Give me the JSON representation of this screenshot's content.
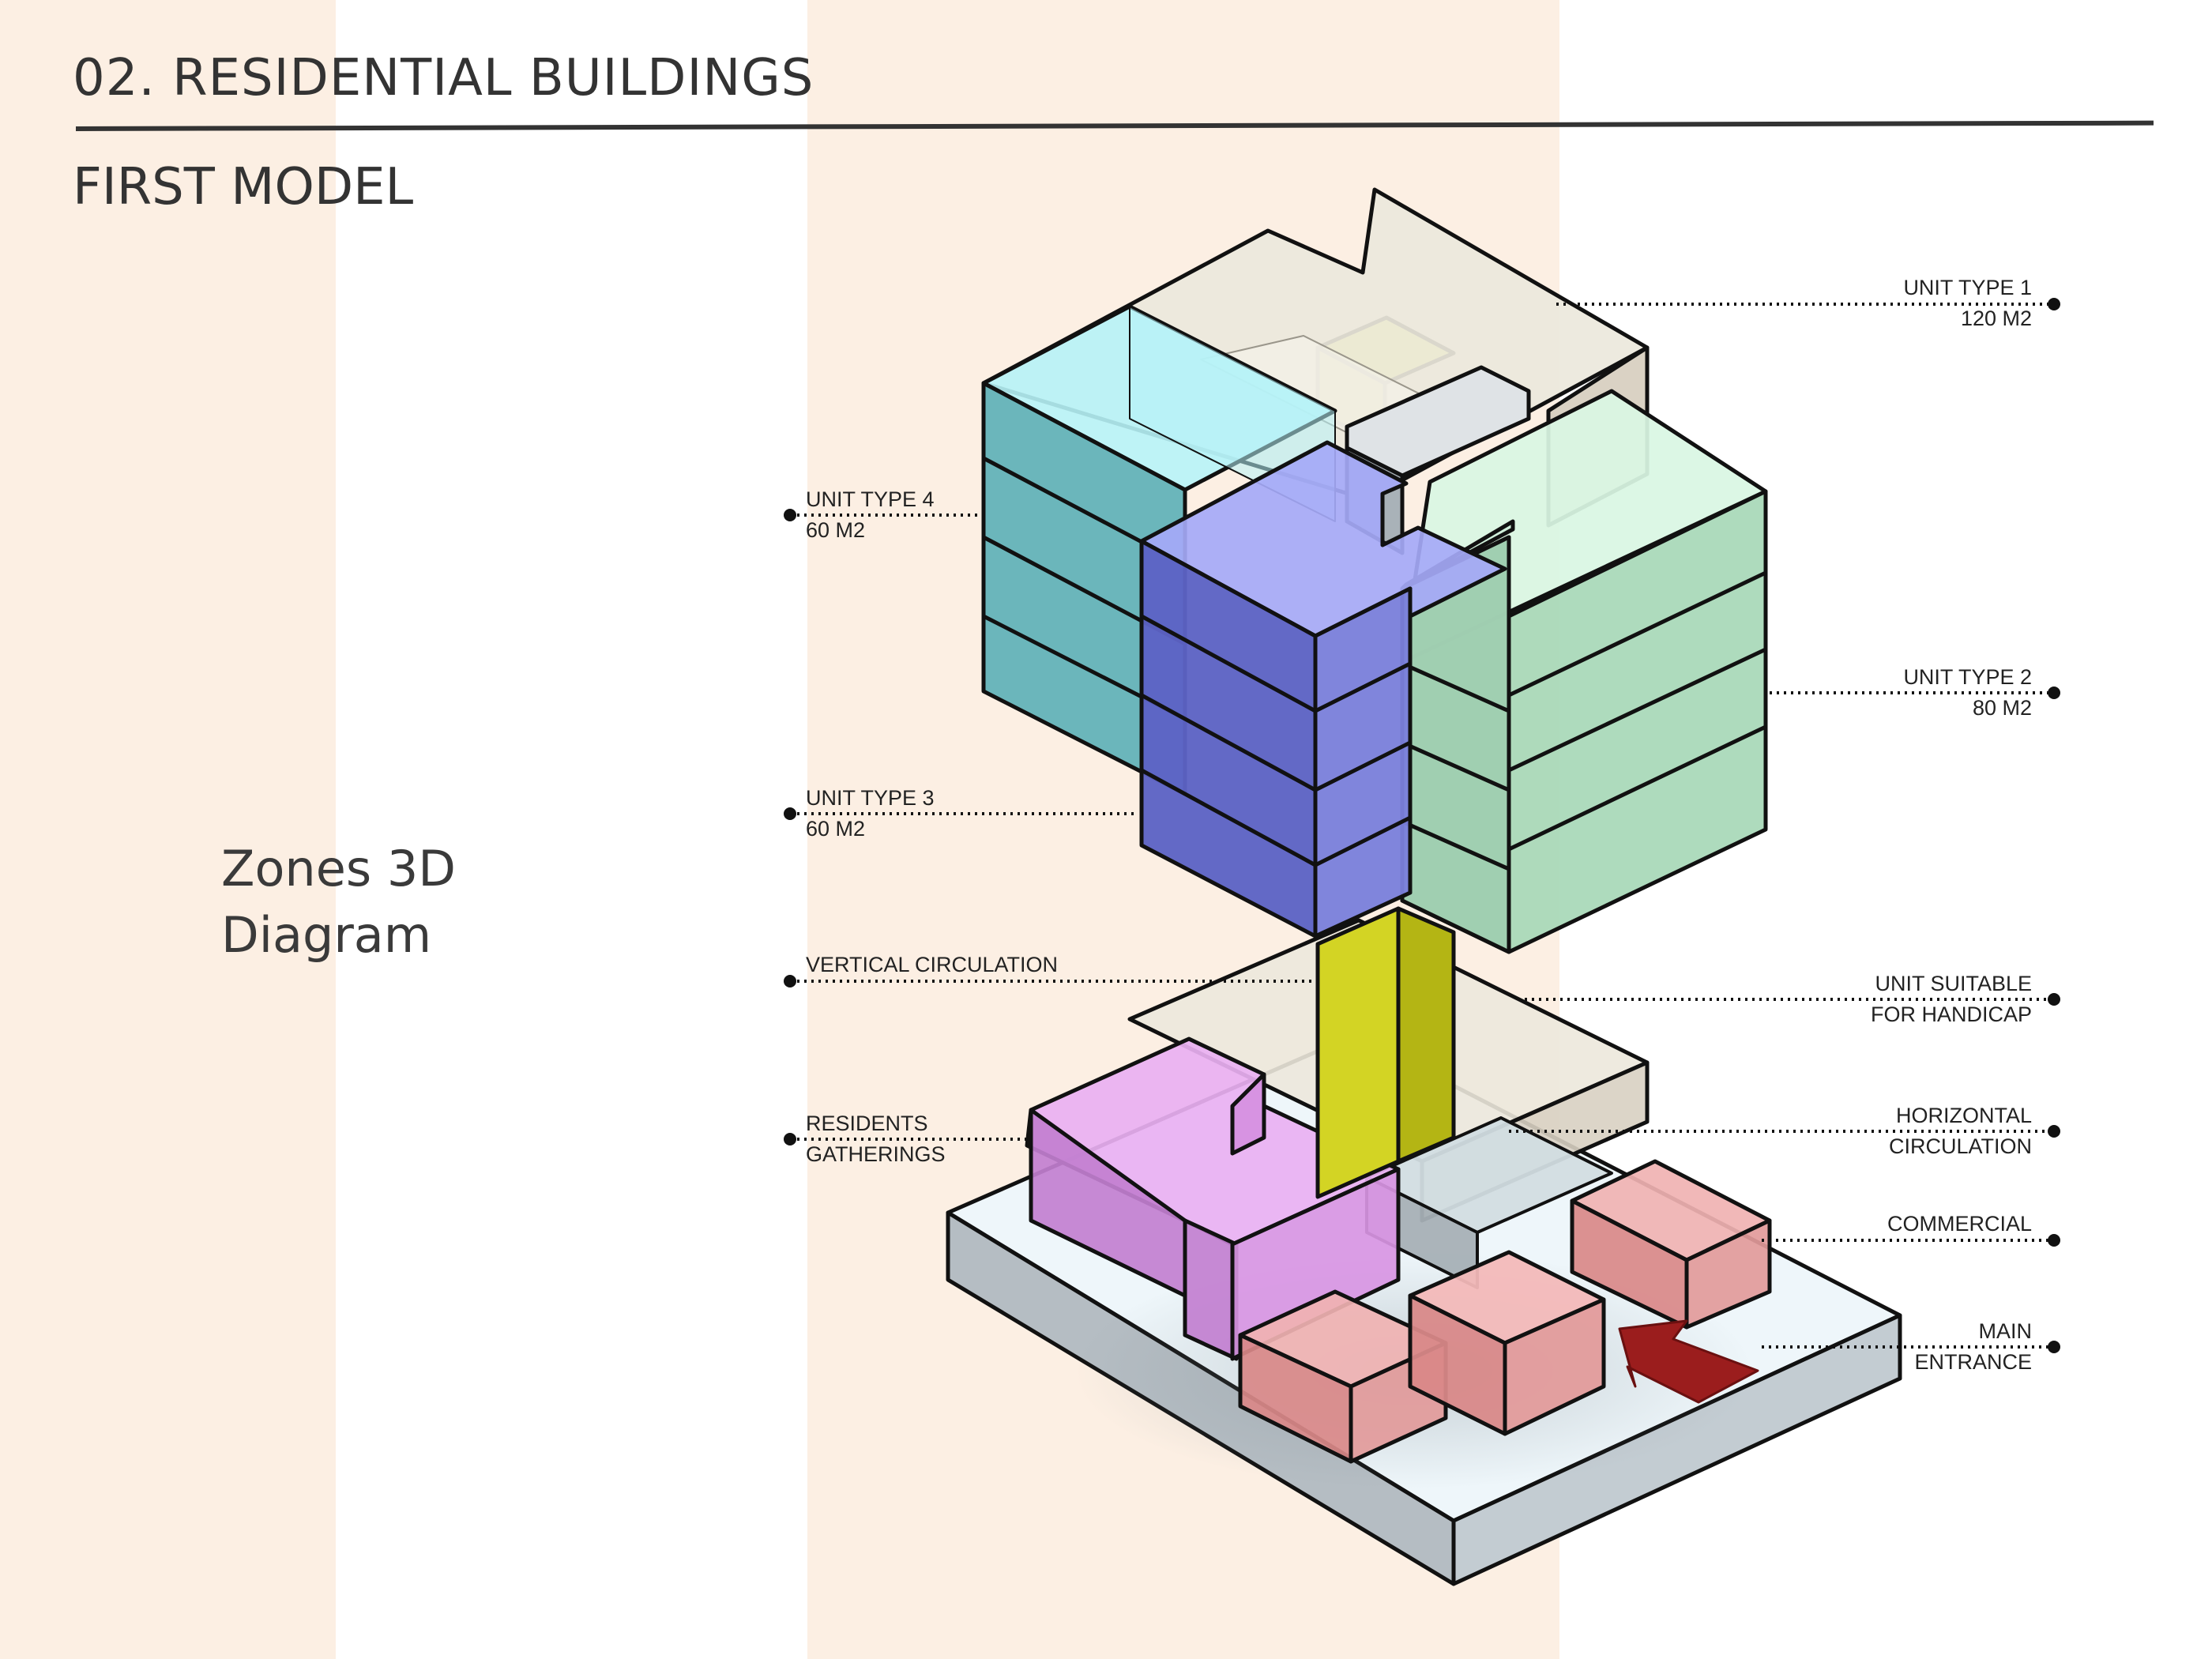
{
  "header": {
    "title": "02. RESIDENTIAL BUILDINGS",
    "subtitle": "FIRST MODEL"
  },
  "side_text": {
    "line1": "Zones 3D",
    "line2": "Diagram"
  },
  "labels": {
    "unit_type_1": {
      "line1": "UNIT TYPE 1",
      "line2": "120 M2"
    },
    "unit_type_4": {
      "line1": "UNIT TYPE 4",
      "line2": "60 M2"
    },
    "unit_type_2": {
      "line1": "UNIT TYPE 2",
      "line2": "80 M2"
    },
    "unit_type_3": {
      "line1": "UNIT TYPE 3",
      "line2": "60 M2"
    },
    "vertical_circulation": {
      "line1": "VERTICAL CIRCULATION"
    },
    "unit_handicap": {
      "line1": "UNIT SUITABLE",
      "line2": "FOR HANDICAP"
    },
    "residents_gatherings": {
      "line1": "RESIDENTS",
      "line2": "GATHERINGS"
    },
    "horizontal_circulation": {
      "line1": "HORIZONTAL",
      "line2": "CIRCULATION"
    },
    "commercial": {
      "line1": "COMMERCIAL"
    },
    "main_entrance": {
      "line1": "MAIN",
      "line2": "ENTRANCE"
    }
  },
  "colors": {
    "background_band": "#fcefe3",
    "unit_type_1": "#e9e4d6",
    "unit_type_2": "#a9d8b8",
    "unit_type_3": "#6b70cf",
    "unit_type_4": "#68b7bd",
    "vertical_circulation": "#c9d21a",
    "residents_gatherings": "#d28be0",
    "commercial": "#dc8a8a",
    "main_entrance_arrow": "#9b1d1d",
    "podium": "#c6ced4"
  }
}
